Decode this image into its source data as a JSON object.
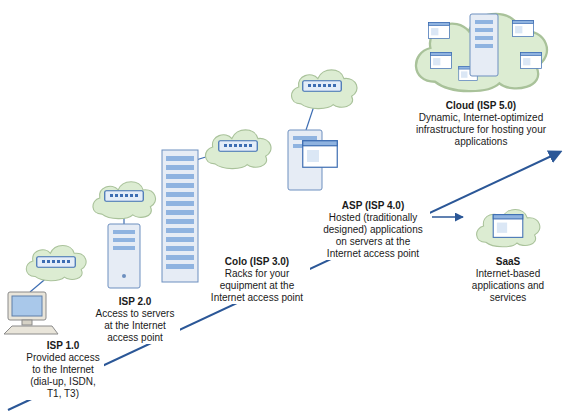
{
  "diagram": {
    "nodes": [
      {
        "text": [
          "ISP 1.0",
          "Provided access to the Internet (dial-up, ISDN, T1, T3)"
        ]
      },
      {
        "text": [
          "ISP 2.0",
          "Access to servers at the Internet access point"
        ]
      },
      {
        "text": [
          "Colo (ISP 3.0)",
          "Racks for your equipment at the Internet access point"
        ]
      },
      {
        "text": [
          "ASP (ISP 4.0)",
          "Hosted (traditionally designed) applications on servers at the Internet access point"
        ]
      },
      {
        "text": [
          "Cloud (ISP 5.0)",
          "Dynamic, Internet-optimized infrastructure for hosting your applications"
        ]
      },
      {
        "text": [
          "SaaS",
          "Internet-based applications and services"
        ]
      }
    ],
    "edges": [
      {
        "from": 3,
        "to": 5,
        "arrow": "to"
      }
    ]
  }
}
